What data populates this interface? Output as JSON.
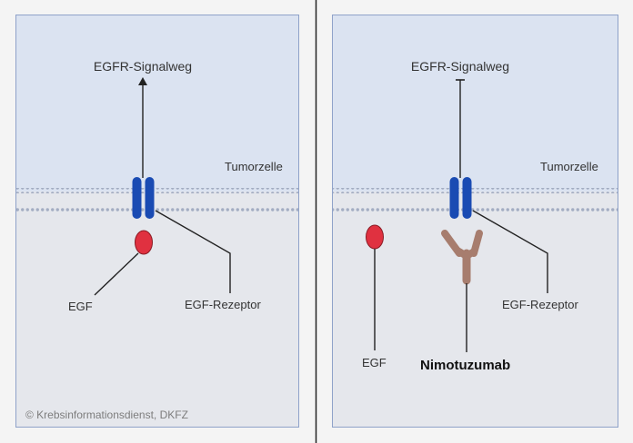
{
  "panel_left": {
    "pathway_label": "EGFR-Signalweg",
    "cell_label": "Tumorzelle",
    "ligand_label": "EGF",
    "receptor_label": "EGF-Rezeptor",
    "pathway_state": "activated"
  },
  "panel_right": {
    "pathway_label": "EGFR-Signalweg",
    "cell_label": "Tumorzelle",
    "ligand_label": "EGF",
    "receptor_label": "EGF-Rezeptor",
    "antibody_label": "Nimotuzumab",
    "pathway_state": "blocked"
  },
  "credit": "© Krebsinformationsdienst, DKFZ",
  "colors": {
    "extracellular": "#dbe3f1",
    "intracellular": "#e5e7ec",
    "receptor": "#1a4bb3",
    "ligand": "#e03140",
    "antibody": "#a77d6e",
    "membrane_dots": "#a3adc2",
    "divider": "#222222"
  },
  "icons": [
    "arrow-head-icon",
    "inhibition-bar-icon",
    "receptor-icon",
    "egf-ligand-icon",
    "antibody-icon"
  ]
}
